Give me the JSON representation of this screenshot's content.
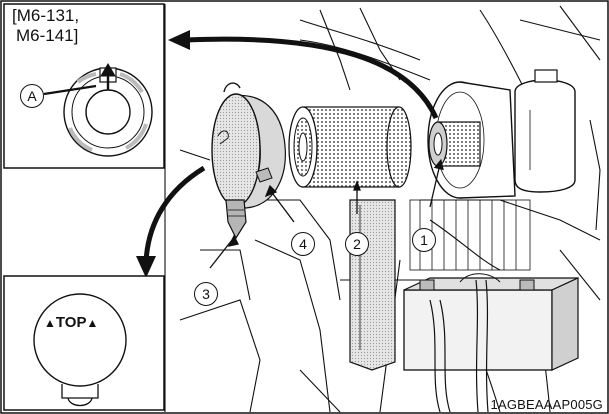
{
  "inset_top": {
    "note_line1": "[M6-131,",
    "note_line2": "M6-141]",
    "callout_a": "A"
  },
  "inset_bottom": {
    "top_label": "TOP"
  },
  "callouts": [
    {
      "id": "1",
      "glyph": "①"
    },
    {
      "id": "2",
      "glyph": "②"
    },
    {
      "id": "3",
      "glyph": "③"
    },
    {
      "id": "4",
      "glyph": "④"
    }
  ],
  "figure_code": "1AGBEAAAP005G",
  "colors": {
    "line": "#111111",
    "background": "#ffffff",
    "fill_gray": "#d9d9d9",
    "dark_gray": "#8a8a8a"
  }
}
